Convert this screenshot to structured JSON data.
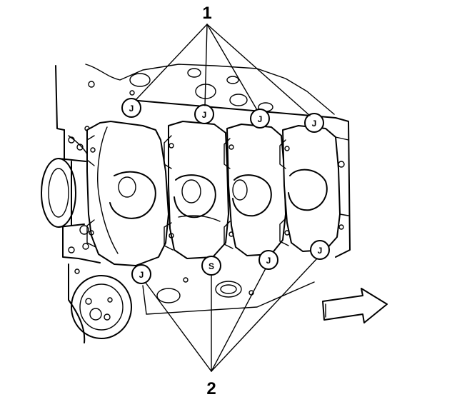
{
  "callouts": [
    {
      "id": "1",
      "label": "1"
    },
    {
      "id": "2",
      "label": "2"
    }
  ],
  "bearing_markers_top": [
    "J",
    "J",
    "J",
    "J"
  ],
  "bearing_markers_bottom": [
    "J",
    "S",
    "J",
    "J"
  ],
  "direction_arrow": "arrow-right-icon"
}
